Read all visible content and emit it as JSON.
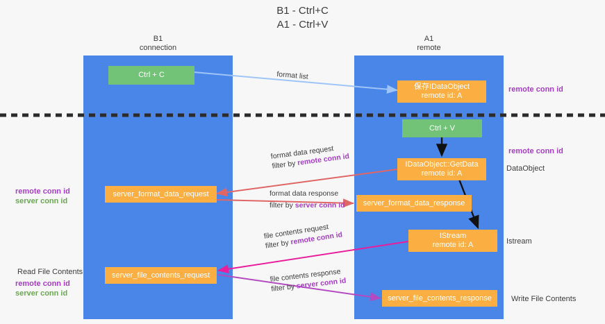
{
  "title": {
    "line1": "B1 - Ctrl+C",
    "line2": "A1 - Ctrl+V"
  },
  "columns": [
    {
      "name": "B1",
      "role": "connection"
    },
    {
      "name": "A1",
      "role": "remote"
    }
  ],
  "nodes": {
    "ctrl_c": {
      "label": "Ctrl + C",
      "color": "#72c377"
    },
    "ctrl_v": {
      "label": "Ctrl + V",
      "color": "#72c377"
    },
    "idataobject": {
      "line1": "保存IDataObject",
      "line2": "remote id: A",
      "color": "#fbae42"
    },
    "getdata": {
      "line1": "IDataObject::GetData",
      "line2": "remote id: A",
      "color": "#fbae42"
    },
    "istream": {
      "line1": "IStream",
      "line2": "remote id: A",
      "color": "#fbae42"
    },
    "server_format_data_request": {
      "label": "server_format_data_request",
      "color": "#fbae42"
    },
    "server_format_data_response": {
      "label": "server_format_data_response",
      "color": "#fbae42"
    },
    "server_file_contents_request": {
      "label": "server_file_contents_request",
      "color": "#fbae42"
    },
    "server_file_contents_response": {
      "label": "server_file_contents_response",
      "color": "#fbae42"
    }
  },
  "edges": {
    "format_list": {
      "label": "format list",
      "color": "#9fc5f8"
    },
    "format_data_request": {
      "line1": "format data request",
      "prefix": "filter by ",
      "highlight": "remote conn id",
      "color": "#e06666"
    },
    "format_data_response": {
      "line1": "format data response",
      "prefix": "filter by ",
      "highlight": "server conn id",
      "color": "#e06666"
    },
    "file_contents_request": {
      "line1": "file contents request",
      "prefix": "filter by ",
      "highlight": "remote conn id",
      "color": "#e91e9c"
    },
    "file_contents_response": {
      "line1": "file contents response",
      "prefix": "filter by ",
      "highlight": "server conn id",
      "color": "#b44ac0"
    }
  },
  "annotations": {
    "right_top": {
      "text": "remote conn id",
      "color": "#a83cc8"
    },
    "right_mid": {
      "text": "remote conn id",
      "color": "#a83cc8"
    },
    "right_dataobject": {
      "text": "DataObject",
      "color": "#3c3c3c"
    },
    "right_istream": {
      "text": "Istream",
      "color": "#3c3c3c"
    },
    "right_write": {
      "text": "Write File Contents",
      "color": "#3c3c3c"
    },
    "left_remote_conn": {
      "text": "remote conn id",
      "color": "#a83cc8"
    },
    "left_server_conn": {
      "text": "server conn id",
      "color": "#6aa84f"
    },
    "left_read": {
      "text": "Read File Contents",
      "color": "#3c3c3c"
    },
    "left_remote_conn2": {
      "text": "remote conn id",
      "color": "#a83cc8"
    },
    "left_server_conn2": {
      "text": "server conn id",
      "color": "#6aa84f"
    }
  },
  "colors": {
    "lane": "#4a86e8",
    "divider": "#2b2b2b",
    "background": "#f7f7f7"
  }
}
